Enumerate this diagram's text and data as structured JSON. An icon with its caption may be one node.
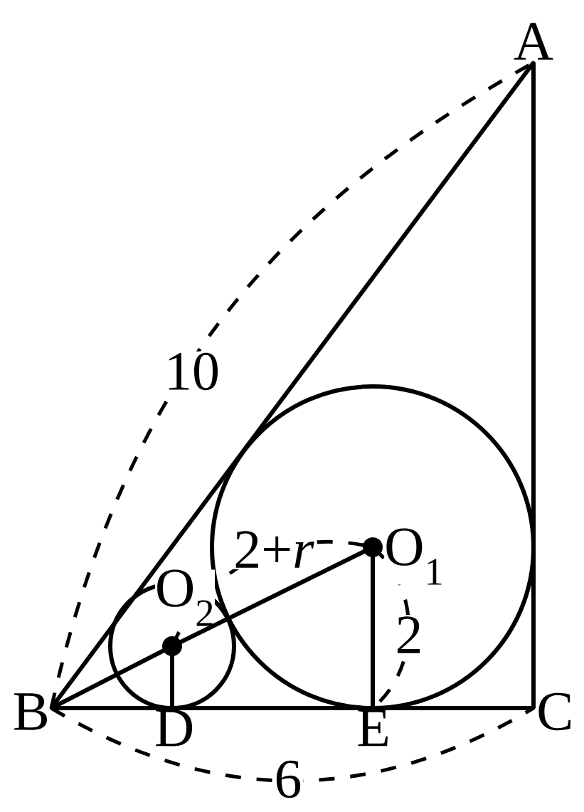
{
  "diagram": {
    "nodes": [
      {
        "text": [
          "A"
        ]
      },
      {
        "text": [
          "O$_{1}$"
        ]
      },
      {
        "text": [
          "O$_{2}$"
        ]
      },
      {
        "text": [
          "B"
        ]
      },
      {
        "text": [
          "C"
        ]
      },
      {
        "text": [
          "D"
        ]
      },
      {
        "text": [
          "E"
        ]
      }
    ],
    "edges": [
      {
        "from": 0,
        "to": 3,
        "arrow": "none"
      },
      {
        "from": 3,
        "to": 4,
        "arrow": "none"
      },
      {
        "from": 4,
        "to": 0,
        "arrow": "none"
      },
      {
        "from": 3,
        "to": 2,
        "arrow": "none"
      },
      {
        "from": 2,
        "to": 1,
        "arrow": "none"
      },
      {
        "from": 2,
        "to": 5,
        "arrow": "none"
      },
      {
        "from": 1,
        "to": 6,
        "arrow": "none"
      }
    ],
    "labels": [
      "10",
      "2+*r*",
      "2",
      "6"
    ]
  }
}
